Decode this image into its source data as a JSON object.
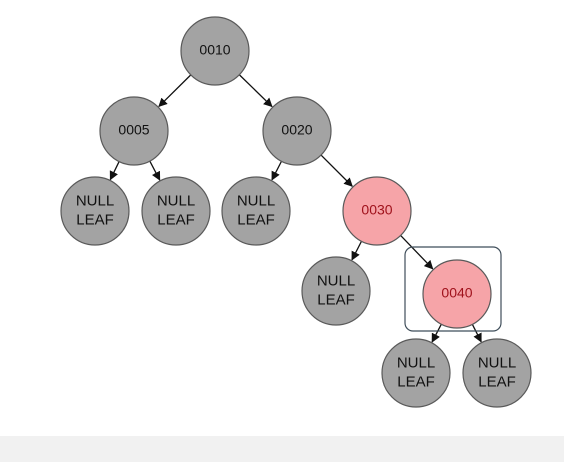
{
  "colors": {
    "black_node_fill": "#a3a3a3",
    "red_node_fill": "#f6a4a8",
    "node_stroke": "#5a5a5a",
    "black_node_text": "#111111",
    "red_node_text": "#a0121c",
    "edge": "#111111",
    "highlight_box": "#3f4e5a"
  },
  "tree": {
    "nodes": [
      {
        "id": "n10",
        "kind": "key",
        "color": "black",
        "lines": [
          "0010"
        ]
      },
      {
        "id": "n05",
        "kind": "key",
        "color": "black",
        "lines": [
          "0005"
        ]
      },
      {
        "id": "n20",
        "kind": "key",
        "color": "black",
        "lines": [
          "0020"
        ]
      },
      {
        "id": "leaf-05-left",
        "kind": "null-leaf",
        "color": "black",
        "lines": [
          "NULL",
          "LEAF"
        ]
      },
      {
        "id": "leaf-05-right",
        "kind": "null-leaf",
        "color": "black",
        "lines": [
          "NULL",
          "LEAF"
        ]
      },
      {
        "id": "leaf-20-left",
        "kind": "null-leaf",
        "color": "black",
        "lines": [
          "NULL",
          "LEAF"
        ]
      },
      {
        "id": "n30",
        "kind": "key",
        "color": "red",
        "lines": [
          "0030"
        ]
      },
      {
        "id": "leaf-30-left",
        "kind": "null-leaf",
        "color": "black",
        "lines": [
          "NULL",
          "LEAF"
        ]
      },
      {
        "id": "n40",
        "kind": "key",
        "color": "red",
        "lines": [
          "0040"
        ]
      },
      {
        "id": "leaf-40-left",
        "kind": "null-leaf",
        "color": "black",
        "lines": [
          "NULL",
          "LEAF"
        ]
      },
      {
        "id": "leaf-40-right",
        "kind": "null-leaf",
        "color": "black",
        "lines": [
          "NULL",
          "LEAF"
        ]
      }
    ],
    "edges": [
      {
        "from": "n10",
        "to": "n05"
      },
      {
        "from": "n10",
        "to": "n20"
      },
      {
        "from": "n05",
        "to": "leaf-05-left"
      },
      {
        "from": "n05",
        "to": "leaf-05-right"
      },
      {
        "from": "n20",
        "to": "leaf-20-left"
      },
      {
        "from": "n20",
        "to": "n30"
      },
      {
        "from": "n30",
        "to": "leaf-30-left"
      },
      {
        "from": "n30",
        "to": "n40"
      },
      {
        "from": "n40",
        "to": "leaf-40-left"
      },
      {
        "from": "n40",
        "to": "leaf-40-right"
      }
    ],
    "highlighted_node": "n40"
  }
}
